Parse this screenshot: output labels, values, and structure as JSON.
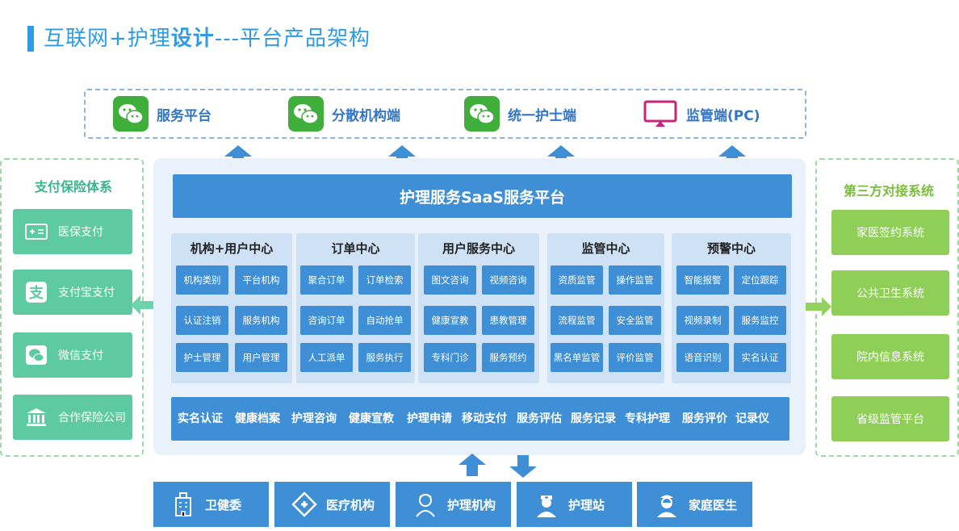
{
  "title": {
    "part1": "互联网+护理",
    "part2": "设计",
    "part3": "---平台产品架构"
  },
  "clients": [
    {
      "label": "服务平台",
      "icon": "wechat-icon"
    },
    {
      "label": "分散机构端",
      "icon": "wechat-icon"
    },
    {
      "label": "统一护士端",
      "icon": "wechat-icon"
    },
    {
      "label": "监管端(PC)",
      "icon": "monitor-icon"
    }
  ],
  "payment": {
    "title": "支付保险体系",
    "items": [
      {
        "label": "医保支付",
        "icon": "medical-card-icon"
      },
      {
        "label": "支付宝支付",
        "icon": "alipay-icon"
      },
      {
        "label": "微信支付",
        "icon": "wechat-pay-icon"
      },
      {
        "label": "合作保险公司",
        "icon": "bank-icon"
      }
    ]
  },
  "third_party": {
    "title": "第三方对接系统",
    "items": [
      "家医签约系统",
      "公共卫生系统",
      "院内信息系统",
      "省级监管平台"
    ]
  },
  "saas": {
    "label": "护理服务SaaS服务平台"
  },
  "modules": [
    {
      "title": "机构+用户中心",
      "cells": [
        "机构类别",
        "平台机构",
        "认证注销",
        "服务机构",
        "护士管理",
        "用户管理"
      ]
    },
    {
      "title": "订单中心",
      "cells": [
        "聚合订单",
        "订单检索",
        "咨询订单",
        "自动抢单",
        "人工派单",
        "服务执行"
      ]
    },
    {
      "title": "用户服务中心",
      "cells": [
        "图文咨询",
        "视频咨询",
        "健康宣教",
        "患教管理",
        "专科门诊",
        "服务预约"
      ]
    },
    {
      "title": "监管中心",
      "cells": [
        "资质监管",
        "操作监管",
        "流程监管",
        "安全监管",
        "黑名单监管",
        "评价监管"
      ]
    },
    {
      "title": "预警中心",
      "cells": [
        "智能报警",
        "定位跟踪",
        "视频录制",
        "服务监控",
        "语音识别",
        "实名认证"
      ]
    }
  ],
  "bottom_bar": [
    "实名认证",
    "健康档案",
    "护理咨询",
    "健康宣教",
    "护理申请",
    "移动支付",
    "服务评估",
    "服务记录",
    "专科护理",
    "服务评价",
    "记录仪"
  ],
  "stakeholders": [
    {
      "label": "卫健委",
      "icon": "building-icon"
    },
    {
      "label": "医疗机构",
      "icon": "medical-cross-icon"
    },
    {
      "label": "护理机构",
      "icon": "nurse-org-icon"
    },
    {
      "label": "护理站",
      "icon": "nurse-icon"
    },
    {
      "label": "家庭医生",
      "icon": "doctor-icon"
    }
  ],
  "colors": {
    "primary": "#3f8fd6",
    "title": "#2f9be4",
    "payment": "#5dcaa2",
    "third_party": "#8fcf57",
    "wechat": "#3fae3a",
    "monitor": "#c8227a"
  }
}
